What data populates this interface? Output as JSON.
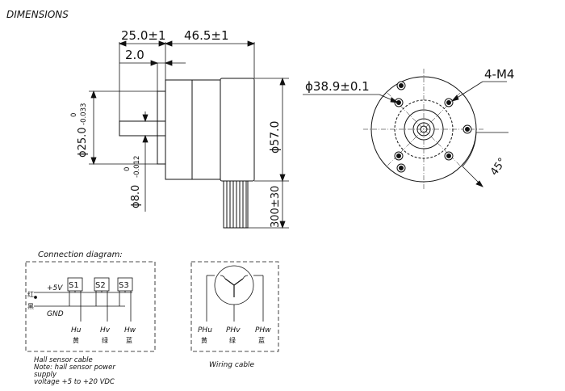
{
  "title": "DIMENSIONS",
  "side_view": {
    "dim_flange_length": "25.0±1",
    "dim_body_length": "46.5±1",
    "dim_flange_thickness": "2.0",
    "dim_pilot_diameter": "ϕ25.0",
    "dim_pilot_tol_upper": "0",
    "dim_pilot_tol_lower": "-0.033",
    "dim_shaft_diameter": "ϕ8.0",
    "dim_shaft_tol_upper": "0",
    "dim_shaft_tol_lower": "-0.012",
    "dim_body_diameter": "ϕ57.0",
    "dim_cable_length": "300±30"
  },
  "front_view": {
    "dim_bolt_circle": "ϕ38.9±0.1",
    "dim_holes": "4-M4",
    "dim_angle": "45°"
  },
  "connection": {
    "title": "Connection diagram:",
    "sensors": [
      "S1",
      "S2",
      "S3"
    ],
    "v_label": "+5V",
    "gnd_label": "GND",
    "red_label": "红",
    "black_label": "黑",
    "outputs": [
      {
        "name": "Hu",
        "color": "黄"
      },
      {
        "name": "Hv",
        "color": "绿"
      },
      {
        "name": "Hw",
        "color": "蓝"
      }
    ],
    "caption_1": "Hall sensor cable",
    "caption_2": "Note: hall sensor power",
    "caption_3": "supply",
    "caption_4": "voltage +5 to +20 VDC"
  },
  "wiring": {
    "phases": [
      {
        "name": "PHu",
        "color": "黄"
      },
      {
        "name": "PHv",
        "color": "绿"
      },
      {
        "name": "PHw",
        "color": "蓝"
      }
    ],
    "caption": "Wiring cable"
  }
}
